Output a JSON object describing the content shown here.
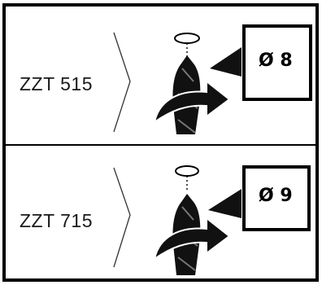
{
  "colors": {
    "frame": "#000000",
    "background": "#ffffff",
    "drill": "#111111",
    "text": "#1a1a1a"
  },
  "panels": [
    {
      "model": "ZZT 515",
      "diameter": "Ø 8",
      "icons": [
        "drill-bit-icon",
        "rotation-arrow-icon",
        "ring-icon"
      ]
    },
    {
      "model": "ZZT 715",
      "diameter": "Ø 9",
      "icons": [
        "drill-bit-icon",
        "rotation-arrow-icon",
        "ring-icon"
      ]
    }
  ]
}
